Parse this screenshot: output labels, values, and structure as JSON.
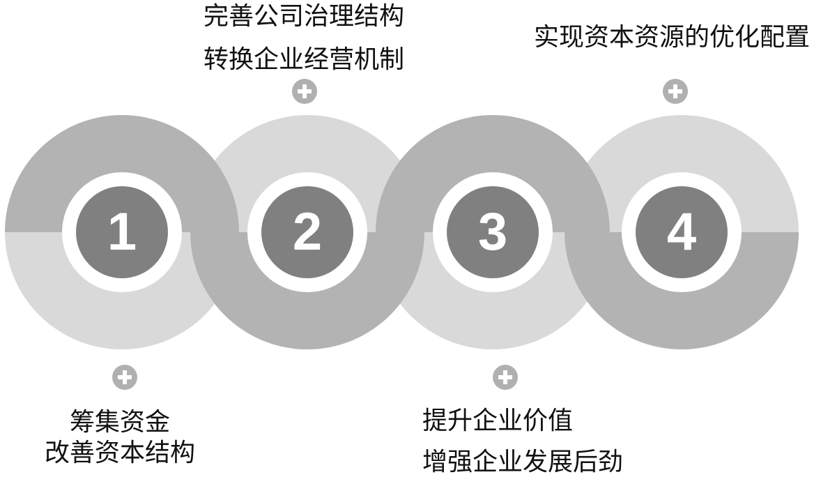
{
  "colors": {
    "light_gray": "#d9d9d9",
    "mid_gray": "#b3b3b3",
    "center_gray": "#808080",
    "ring_white": "#ffffff",
    "plus_gray": "#b0b0b0"
  },
  "steps": [
    {
      "number": "1",
      "lines": [
        "筹集资金",
        "改善资本结构"
      ],
      "caption_position": "bottom",
      "plus_icon": "plus-circle-icon"
    },
    {
      "number": "2",
      "lines": [
        "完善公司治理结构",
        "转换企业经营机制"
      ],
      "caption_position": "top",
      "plus_icon": "plus-circle-icon"
    },
    {
      "number": "3",
      "lines": [
        "提升企业价值",
        "增强企业发展后劲"
      ],
      "caption_position": "bottom",
      "plus_icon": "plus-circle-icon"
    },
    {
      "number": "4",
      "lines": [
        "实现资本资源的优化配置"
      ],
      "caption_position": "top",
      "plus_icon": "plus-circle-icon"
    }
  ]
}
